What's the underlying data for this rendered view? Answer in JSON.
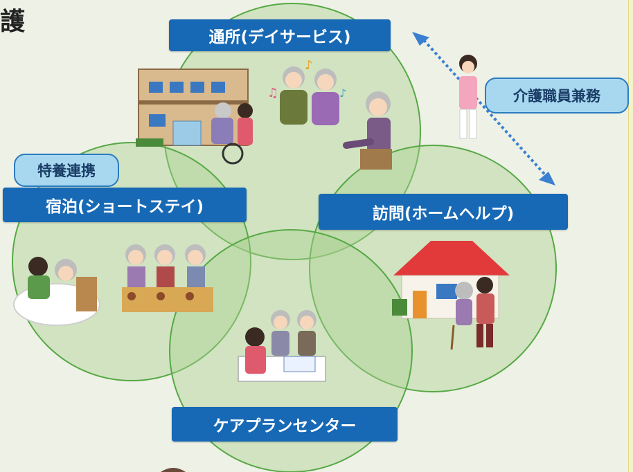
{
  "corner_text": "護",
  "labels": {
    "day_service": "通所(デイサービス)",
    "short_stay": "宿泊(ショートステイ)",
    "home_help": "訪問(ホームヘルプ)",
    "care_plan": "ケアプランセンター"
  },
  "tags": {
    "special_nursing": "特養連携",
    "care_staff_dual": "介護職員兼務"
  },
  "colors": {
    "circle_fill": "#a9d08e",
    "circle_stroke": "#56a845",
    "label_bg": "#1769b5",
    "tag_bg": "#a8d8f0",
    "arrow": "#3a7fd0"
  },
  "illustrations": [
    "care-facility-building-icon",
    "elderly-karaoke-icon",
    "elderly-exercise-icon",
    "elderly-bed-care-icon",
    "elderly-meal-icon",
    "home-visit-house-icon",
    "care-consultation-icon",
    "care-staff-person-icon"
  ]
}
